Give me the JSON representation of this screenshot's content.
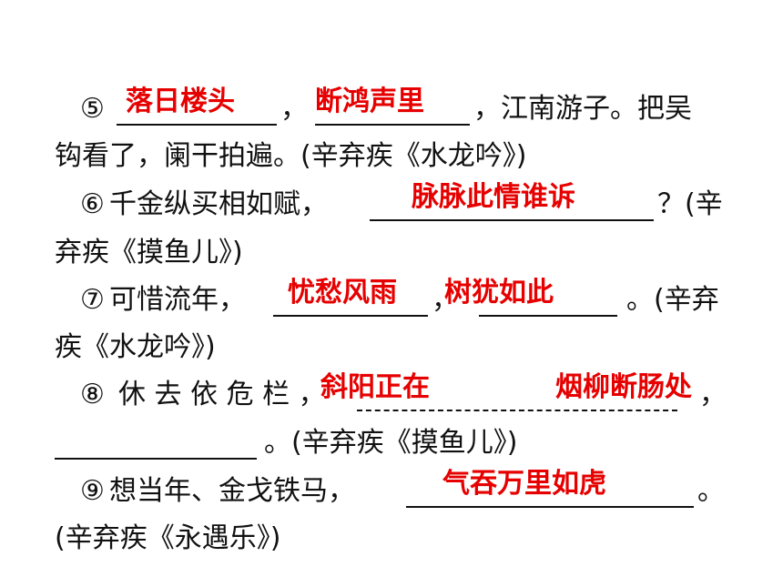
{
  "items": [
    {
      "num": "⑤",
      "a1": "落日楼头",
      "sep1": "，",
      "a2": "断鸿声里",
      "rest1": "，江南游子。把吴",
      "line2": "钩看了，阑干拍遍。(辛弃疾《水龙吟》)"
    },
    {
      "num": "⑥",
      "lead": "千金纵买相如赋，",
      "a1": "脉脉此情谁诉",
      "tail": "？(辛",
      "line2": "弃疾《摸鱼儿》)"
    },
    {
      "num": "⑦",
      "lead": "可惜流年，",
      "a1": "忧愁风雨",
      "sep1": "，",
      "a2": "树犹如此",
      "tail": "。(辛弃",
      "line2": "疾《水龙吟》)"
    },
    {
      "num": "⑧",
      "lead": "休 去 依 危 栏 ，",
      "a1": "斜阳正在",
      "a2": "烟柳断肠处",
      "sep1": "，",
      "line2": "。(辛弃疾《摸鱼儿》)"
    },
    {
      "num": "⑨",
      "lead": "想当年、金戈铁马，",
      "a1": "气吞万里如虎",
      "tail": "。",
      "line2": "(辛弃疾《永遇乐》)"
    }
  ]
}
